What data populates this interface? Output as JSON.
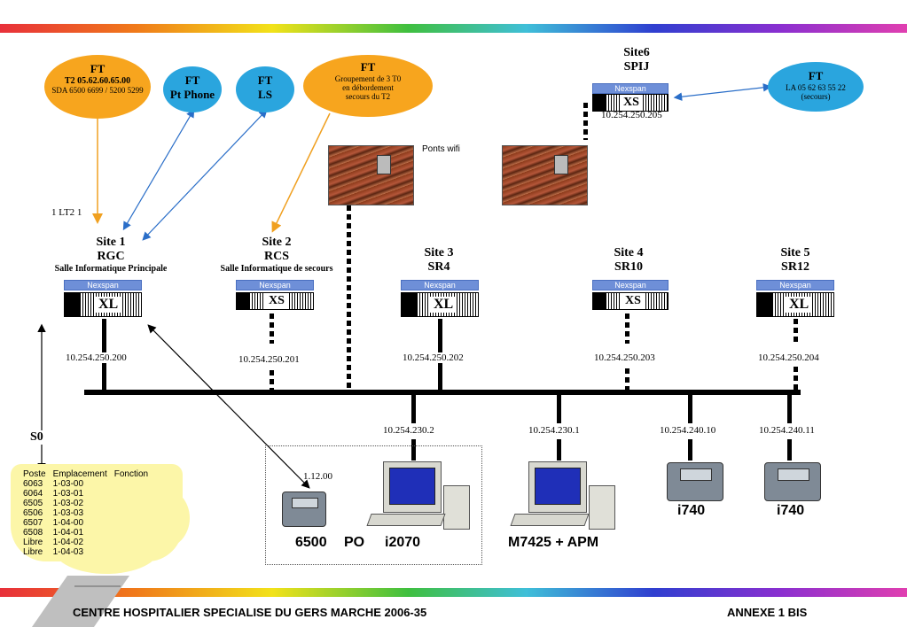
{
  "clouds": {
    "ft_t2": {
      "title": "FT",
      "line1": "T2 05.62.60.65.00",
      "line2": "SDA 6500 6699 / 5200 5299",
      "color": "#f7a51e"
    },
    "ft_ptphone": {
      "title": "FT",
      "line1": "Pt Phone",
      "color": "#2aa5de"
    },
    "ft_ls": {
      "title": "FT",
      "line1": "LS",
      "color": "#2aa5de"
    },
    "ft_groupement": {
      "title": "FT",
      "line1": "Groupement de 3 T0",
      "line2": "en débordement",
      "line3": "secours du T2",
      "color": "#f7a51e"
    },
    "ft_la": {
      "title": "FT",
      "line1": "LA 05 62 63 55 22",
      "line2": "(secours)",
      "color": "#2aa5de"
    }
  },
  "link_label": "1 LT2 1",
  "wifi_label": "Ponts wifi",
  "nexspan_label": "Nexspan",
  "sites": [
    {
      "name": "Site 1",
      "code": "RGC",
      "sub": "Salle Informatique Principale",
      "model": "XL",
      "ip": "10.254.250.200"
    },
    {
      "name": "Site 2",
      "code": "RCS",
      "sub": "Salle Informatique de secours",
      "model": "XS",
      "ip": "10.254.250.201"
    },
    {
      "name": "Site 3",
      "code": "SR4",
      "model": "XL",
      "ip": "10.254.250.202"
    },
    {
      "name": "Site 4",
      "code": "SR10",
      "model": "XS",
      "ip": "10.254.250.203"
    },
    {
      "name": "Site 5",
      "code": "SR12",
      "model": "XL",
      "ip": "10.254.250.204"
    },
    {
      "name": "Site6",
      "code": "SPIJ",
      "model": "XS",
      "ip": "10.254.250.205"
    }
  ],
  "devices": [
    {
      "ip": "10.254.230.2",
      "label": "i2070"
    },
    {
      "ip": "10.254.230.1",
      "label": "M7425 + APM"
    },
    {
      "ip": "10.254.240.10",
      "label": "i740"
    },
    {
      "ip": "10.254.240.11",
      "label": "i740"
    }
  ],
  "phone_6500": {
    "address": "1.12.00",
    "label": "6500",
    "po_label": "PO"
  },
  "s0_label": "S0",
  "postes_table": {
    "headers": [
      "Poste",
      "Emplacement",
      "Fonction"
    ],
    "rows": [
      [
        "6063",
        "1-03-00",
        ""
      ],
      [
        "6064",
        "1-03-01",
        ""
      ],
      [
        "6505",
        "1-03-02",
        ""
      ],
      [
        "6506",
        "1-03-03",
        ""
      ],
      [
        "6507",
        "1-04-00",
        ""
      ],
      [
        "6508",
        "1-04-01",
        ""
      ],
      [
        "Libre",
        "1-04-02",
        ""
      ],
      [
        "Libre",
        "1-04-03",
        ""
      ]
    ]
  },
  "footer": {
    "title": "CENTRE HOSPITALIER SPECIALISE DU GERS  MARCHE 2006-35",
    "annex": "ANNEXE 1 BIS"
  },
  "colors": {
    "orange_link": "#f0a020",
    "blue_link": "#2a6ec8",
    "nexspan": "#6e8fd8"
  }
}
